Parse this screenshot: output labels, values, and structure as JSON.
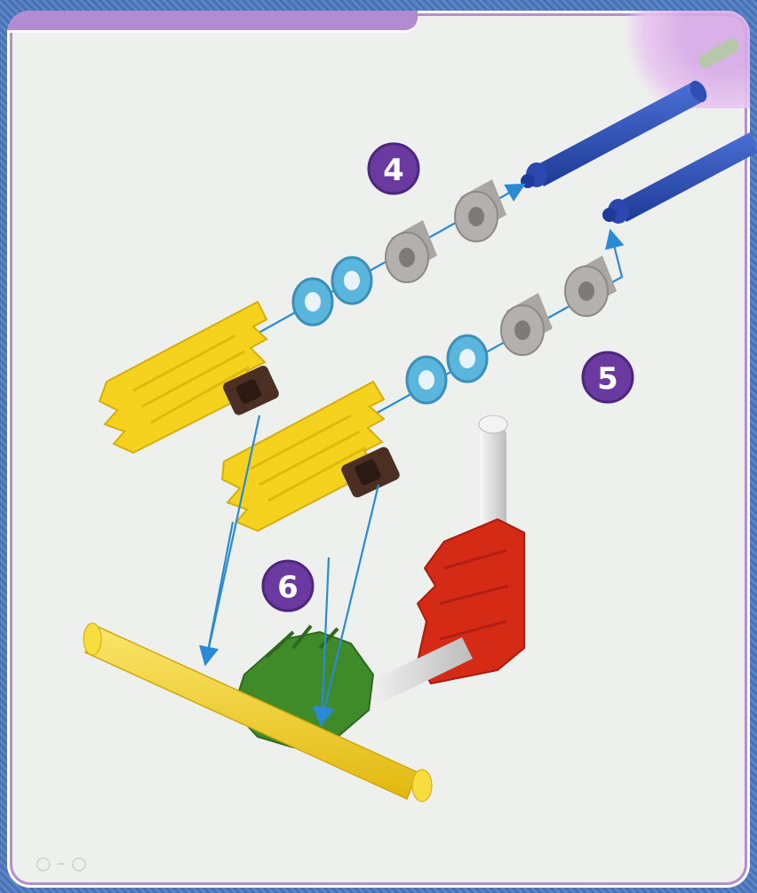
{
  "steps": [
    {
      "id": "step-4",
      "label": "4"
    },
    {
      "id": "step-5",
      "label": "5"
    },
    {
      "id": "step-6",
      "label": "6"
    }
  ],
  "colors": {
    "badge_fill": "#6a3aa0",
    "connector_blue": "#2a4fb0",
    "spacer_light_blue": "#5ab6dc",
    "spacer_gray": "#b3b0ae",
    "yellow_gear": "#f4d21e",
    "yellow_rod": "#f3d11c",
    "red_connector": "#d42a16",
    "green_connector": "#3f8b2a",
    "white_rod": "#e4e4e4",
    "brown_clip": "#4a2f22",
    "arrow_blue": "#2b8ad6"
  },
  "page_number": "○ – ○"
}
